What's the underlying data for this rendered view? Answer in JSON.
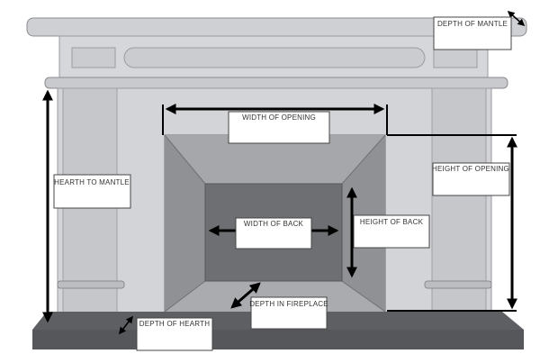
{
  "labels": {
    "depth_of_mantle": "DEPTH OF MANTLE",
    "width_of_opening": "WIDTH OF OPENING",
    "hearth_to_mantle": "HEARTH TO MANTLE",
    "height_of_opening": "HEIGHT OF OPENING",
    "width_of_back": "WIDTH OF BACK",
    "height_of_back": "HEIGHT OF BACK",
    "depth_in_fireplace": "DEPTH IN FIREPLACE",
    "depth_of_hearth": "DEPTH OF HEARTH"
  },
  "colors": {
    "surround": "#d2d3d6",
    "surround_dark": "#bfc0c4",
    "opening_outer": "#9a9ca0",
    "opening_side": "#8f9195",
    "back_panel": "#6d6f73",
    "hearth": "#5d5f63",
    "arrow": "#000000"
  }
}
